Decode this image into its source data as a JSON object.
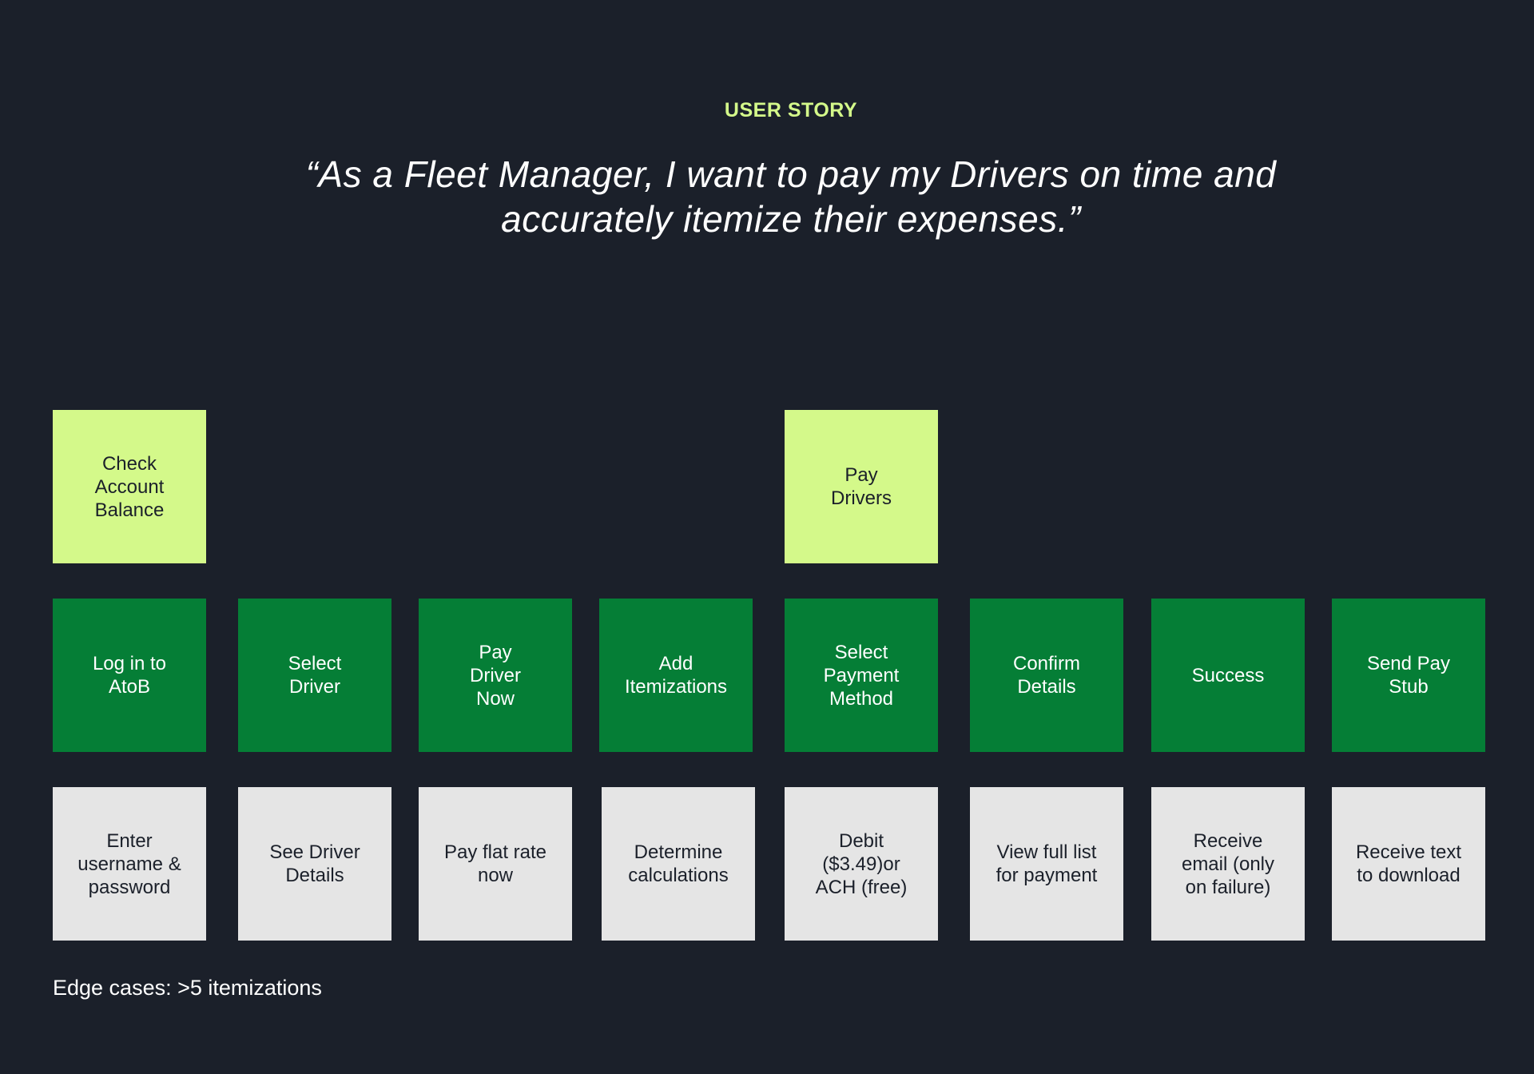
{
  "header": {
    "eyebrow": "USER STORY",
    "quote_line1": "“As a Fleet Manager, I want to pay my Drivers on time and",
    "quote_line2": "accurately itemize their expenses.”"
  },
  "colors": {
    "background": "#1b202a",
    "accent": "#d4f98a",
    "step_green": "#057e36",
    "detail_gray": "#e5e5e5"
  },
  "epics": [
    {
      "label": "Check\nAccount\nBalance"
    },
    {
      "label": "Pay\nDrivers"
    }
  ],
  "steps": [
    {
      "label": "Log in to\nAtoB"
    },
    {
      "label": "Select\nDriver"
    },
    {
      "label": "Pay\nDriver\nNow"
    },
    {
      "label": "Add\nItemizations"
    },
    {
      "label": "Select\nPayment\nMethod"
    },
    {
      "label": "Confirm\nDetails"
    },
    {
      "label": "Success"
    },
    {
      "label": "Send Pay\nStub"
    }
  ],
  "details": [
    {
      "label": "Enter\nusername &\npassword"
    },
    {
      "label": "See Driver\nDetails"
    },
    {
      "label": "Pay flat rate\nnow"
    },
    {
      "label": "Determine\ncalculations"
    },
    {
      "label": "Debit\n($3.49)or\nACH (free)"
    },
    {
      "label": "View full list\nfor payment"
    },
    {
      "label": "Receive\nemail (only\non failure)"
    },
    {
      "label": "Receive text\nto download"
    }
  ],
  "footer": {
    "edge_cases": "Edge cases: >5 itemizations"
  }
}
